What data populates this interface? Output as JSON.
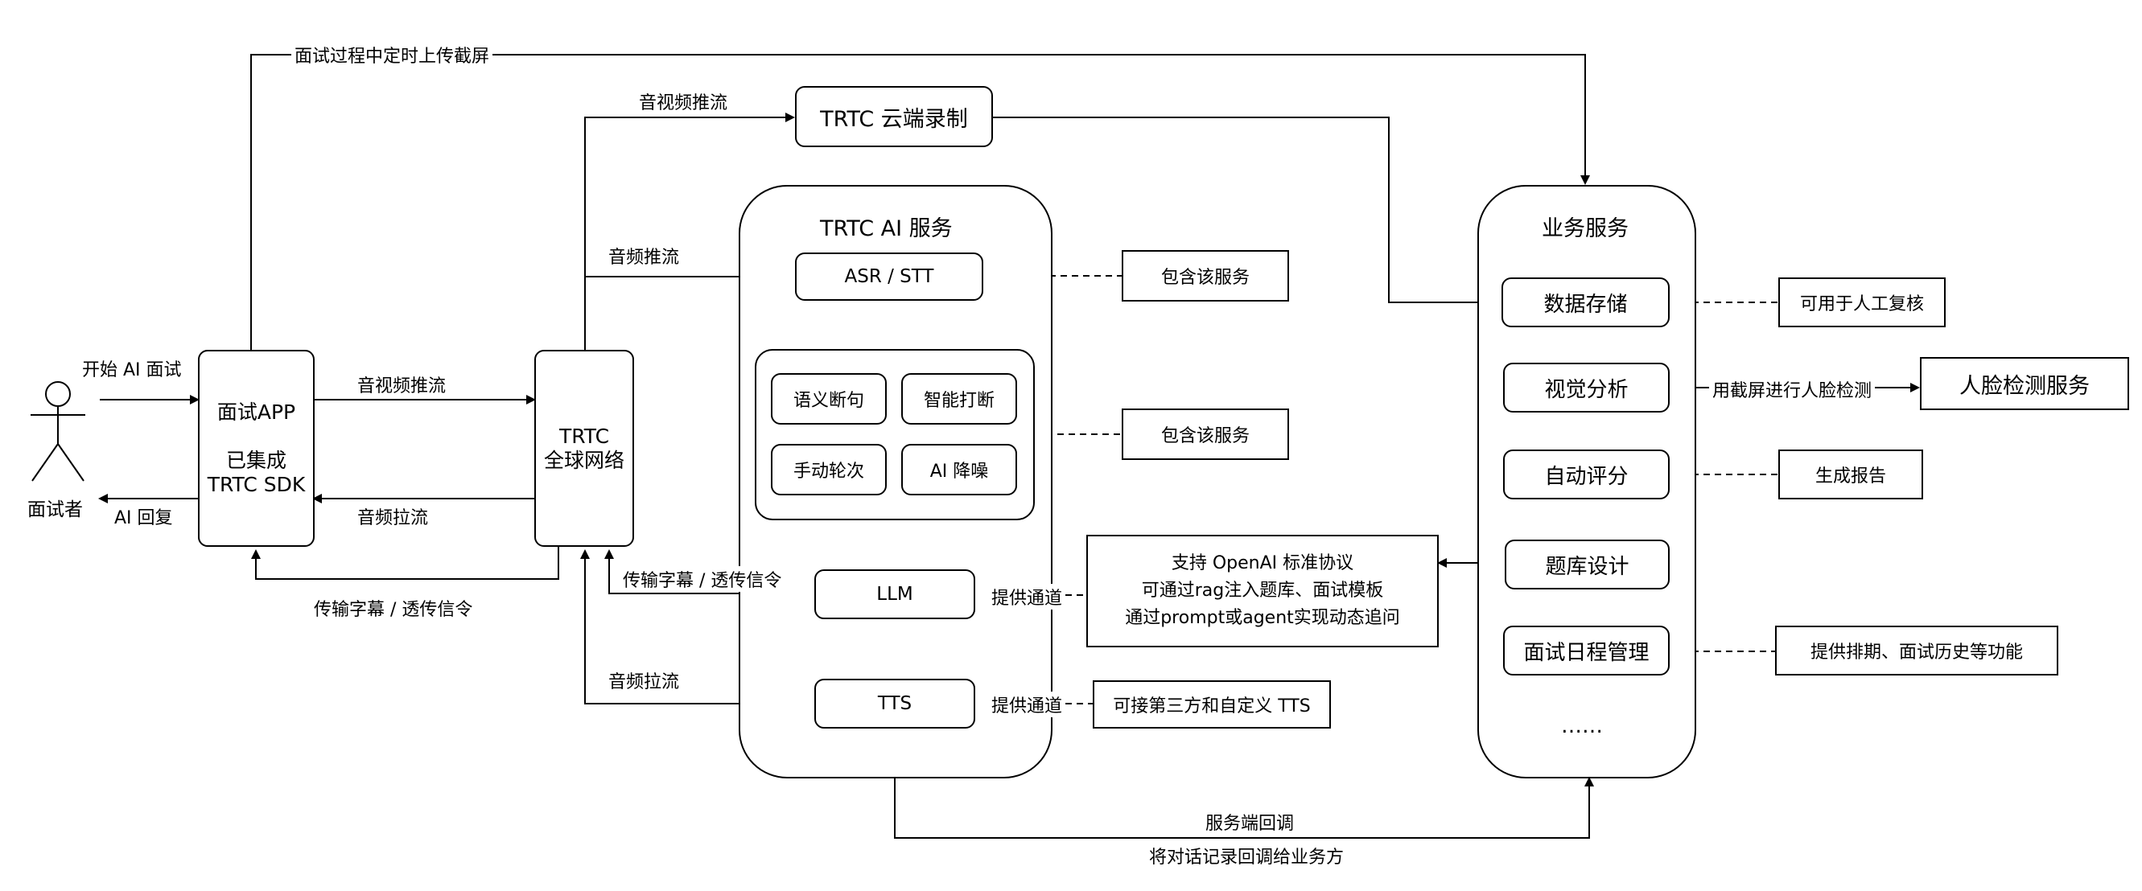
{
  "actor": {
    "name": "面试者"
  },
  "groups": {
    "ai_service": "TRTC AI 服务",
    "business_service": "业务服务"
  },
  "nodes": {
    "app": "面试APP\n\n已集成\nTRTC SDK",
    "network": "TRTC\n全球网络",
    "recording": "TRTC 云端录制",
    "asr": "ASR / STT",
    "f1": "语义断句",
    "f2": "智能打断",
    "f3": "手动轮次",
    "f4": "AI 降噪",
    "llm": "LLM",
    "tts": "TTS",
    "storage": "数据存储",
    "visual": "视觉分析",
    "scoring": "自动评分",
    "question_bank": "题库设计",
    "schedule": "面试日程管理",
    "more": "……",
    "face_detection": "人脸检测服务"
  },
  "notes": {
    "asr": "包含该服务",
    "features": "包含该服务",
    "llm": "支持 OpenAI 标准协议\n可通过rag注入题库、面试模板\n通过prompt或agent实现动态追问",
    "tts": "可接第三方和自定义 TTS",
    "storage": "可用于人工复核",
    "scoring": "生成报告",
    "schedule": "提供排期、面试历史等功能"
  },
  "edges": {
    "screenshot_upload": "面试过程中定时上传截屏",
    "start": "开始 AI 面试",
    "ai_reply": "AI 回复",
    "app_push": "音视频推流",
    "app_pull": "音频拉流",
    "subtitle_app": "传输字幕 / 透传信令",
    "recording_push": "音视频推流",
    "asr_push": "音频推流",
    "subtitle_llm": "传输字幕 / 透传信令",
    "tts_pull": "音频拉流",
    "llm_channel": "提供通道",
    "tts_channel": "提供通道",
    "face_detect": "用截屏进行人脸检测",
    "callback": "服务端回调",
    "callback_desc": "将对话记录回调给业务方"
  }
}
